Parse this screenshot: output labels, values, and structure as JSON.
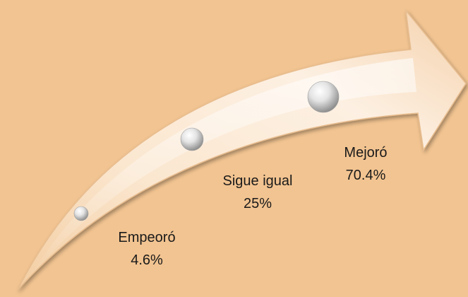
{
  "colors": {
    "background": "#f2c491",
    "arrow_light": "#fff6ec",
    "arrow_mid": "#f6d9b8",
    "arrow_edge": "#e3b786",
    "text": "#1a1a1a"
  },
  "stages": [
    {
      "name": "Empeoró",
      "value": "4.6%"
    },
    {
      "name": "Sigue igual",
      "value": "25%"
    },
    {
      "name": "Mejoró",
      "value": "70.4%"
    }
  ]
}
